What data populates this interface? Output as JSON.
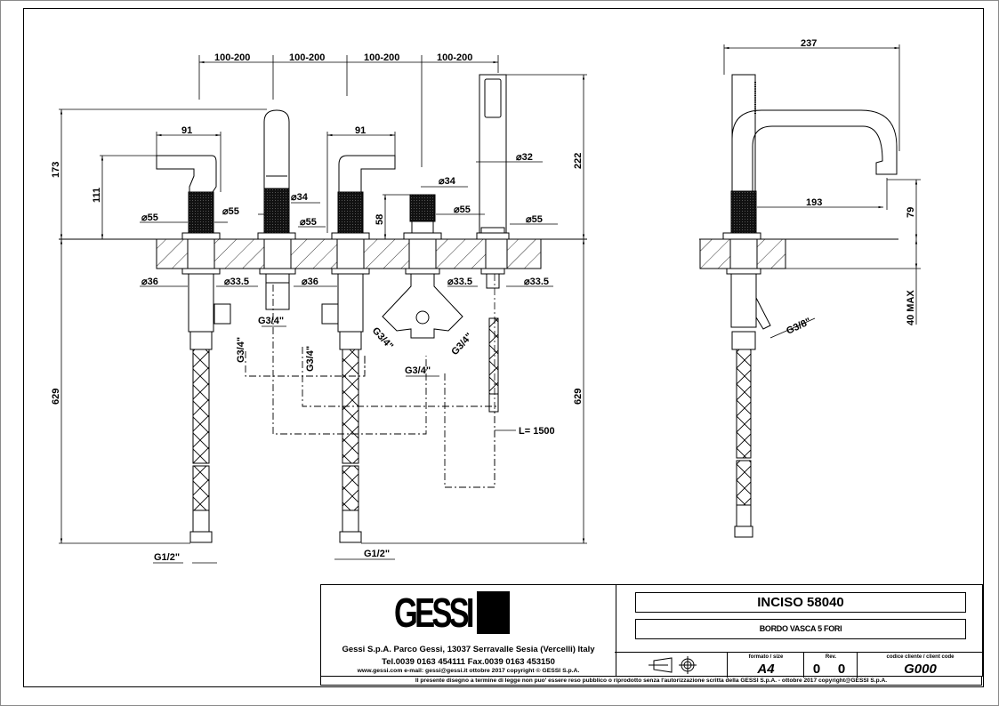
{
  "drawing": {
    "front_view": {
      "spacing_dims": [
        "100-200",
        "100-200",
        "100-200",
        "100-200"
      ],
      "left_handle": {
        "width": "91",
        "height": "111",
        "base_dia": "⌀55",
        "below_dia": "⌀36"
      },
      "spout": {
        "dia": "⌀34",
        "base_dia": "⌀55",
        "below_dia": "⌀33.5",
        "thread": "G3/4\""
      },
      "right_handle": {
        "width": "91",
        "base_dia": "⌀55",
        "below_dia": "⌀36"
      },
      "diverter": {
        "dia": "⌀34",
        "height": "58",
        "base_dia": "⌀55",
        "below_dia": "⌀33.5",
        "thread_left": "G3/4\"",
        "thread_right": "G3/4\"",
        "thread_bottom": "G3/4\""
      },
      "hand_shower": {
        "dia": "⌀32",
        "base_dia": "⌀55",
        "below_dia": "⌀33.5",
        "height": "222",
        "hose_length": "L= 1500"
      },
      "overall_height": "173",
      "hose_length_left": "629",
      "hose_length_right": "629",
      "valve_thread_left": "G3/4\"",
      "valve_thread_right": "G3/4\"",
      "hose_thread_left": "G1/2\"",
      "hose_thread_right": "G1/2\""
    },
    "side_view": {
      "overall_depth": "237",
      "spout_reach": "193",
      "spout_height": "79",
      "deck_thickness": "40 MAX",
      "thread": "G3/8\""
    }
  },
  "title_block": {
    "logo": "GESSI",
    "address": "Gessi S.p.A. Parco Gessi, 13037 Serravalle Sesia (Vercelli) Italy",
    "phone": "Tel.0039  0163  454111  Fax.0039  0163  453150",
    "web": "www.gessi.com  e-mail: gessi@gessi.it   ottobre 2017   copyright © GESSI S.p.A.",
    "product_title": "INCISO  58040",
    "product_subtitle": "BORDO VASCA 5 FORI",
    "projection_symbol": "first-angle-projection-icon",
    "format_label": "formato / size",
    "format_value": "A4",
    "rev_label": "Rev.",
    "rev_value_1": "0",
    "rev_value_2": "0",
    "client_code_label": "codice cliente / client code",
    "client_code_value": "G000",
    "legal_notice": "Il presente disegno a termine di legge non puo' essere reso pubblico o riprodotto senza l'autorizzazione scritta della GESSI S.p.A. - ottobre 2017   copyright@GESSI S.p.A."
  }
}
